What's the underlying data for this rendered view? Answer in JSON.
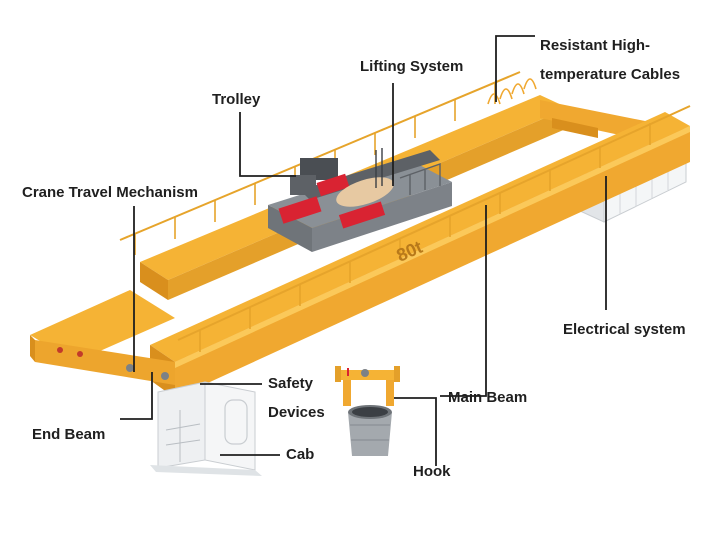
{
  "labels": {
    "resistant_cables_line1": "Resistant High-",
    "resistant_cables_line2": "temperature Cables",
    "lifting_system": "Lifting System",
    "trolley": "Trolley",
    "crane_travel_mechanism": "Crane Travel Mechanism",
    "electrical_system": "Electrical system",
    "safety_devices_line1": "Safety",
    "safety_devices_line2": "Devices",
    "main_beam": "Main Beam",
    "end_beam": "End Beam",
    "cab": "Cab",
    "hook": "Hook"
  },
  "beam_marking": "80t",
  "colors": {
    "beam_yellow": "#f5b335",
    "beam_shadow": "#d98f1d",
    "beam_light": "#fbc95a",
    "trolley_red": "#d92332",
    "trolley_gray": "#6f7479",
    "leader_line": "#1f1f1f",
    "label_text": "#1f1f1f"
  }
}
